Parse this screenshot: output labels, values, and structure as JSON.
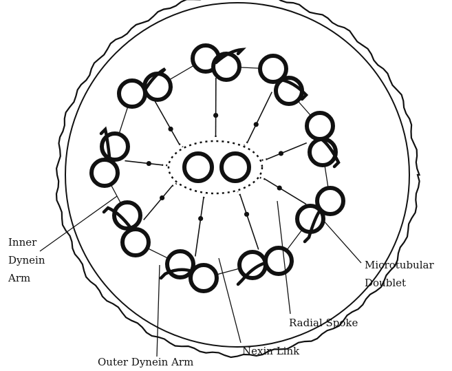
{
  "diagram": {
    "labels": {
      "inner_dynein_arm": [
        "Inner",
        "Dynein",
        "Arm"
      ],
      "outer_dynein_arm": "Outer Dynein Arm",
      "nexin_link": "Nexin Link",
      "radial_spoke": "Radial Spoke",
      "microtubular_doublet": [
        "Microtubular",
        "Doublet"
      ]
    },
    "doublet_count": 9,
    "central_pair_count": 2
  }
}
